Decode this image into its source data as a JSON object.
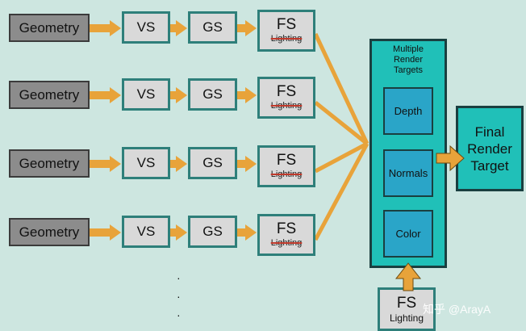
{
  "rows": [
    {
      "geometry": "Geometry",
      "vs": "VS",
      "gs": "GS",
      "fs": "FS",
      "fs_sub": "Lighting"
    },
    {
      "geometry": "Geometry",
      "vs": "VS",
      "gs": "GS",
      "fs": "FS",
      "fs_sub": "Lighting"
    },
    {
      "geometry": "Geometry",
      "vs": "VS",
      "gs": "GS",
      "fs": "FS",
      "fs_sub": "Lighting"
    },
    {
      "geometry": "Geometry",
      "vs": "VS",
      "gs": "GS",
      "fs": "FS",
      "fs_sub": "Lighting"
    }
  ],
  "mrt": {
    "title_line1": "Multiple",
    "title_line2": "Render",
    "title_line3": "Targets",
    "targets": [
      "Depth",
      "Normals",
      "Color"
    ]
  },
  "final": {
    "line1": "Final",
    "line2": "Render",
    "line3": "Target"
  },
  "lighting_pass": {
    "title": "FS",
    "subtitle": "Lighting"
  },
  "dots": [
    "·",
    "·",
    "·"
  ],
  "watermark": "知乎 @ArayA",
  "colors": {
    "arrow": "#e8a33a",
    "background": "#cde6e0",
    "mrt": "#20c0b8",
    "target": "#2aa5c8"
  }
}
